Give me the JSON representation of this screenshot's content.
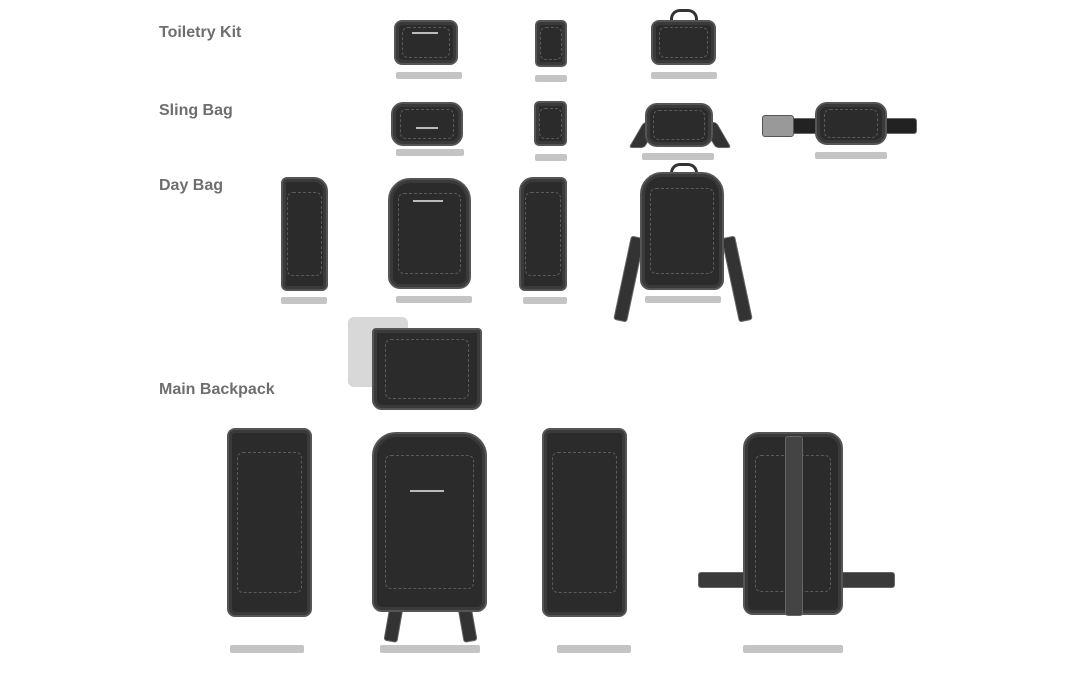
{
  "sections": [
    {
      "label": "Toiletry Kit"
    },
    {
      "label": "Sling Bag"
    },
    {
      "label": "Day Bag"
    },
    {
      "label": "Main Backpack"
    }
  ]
}
